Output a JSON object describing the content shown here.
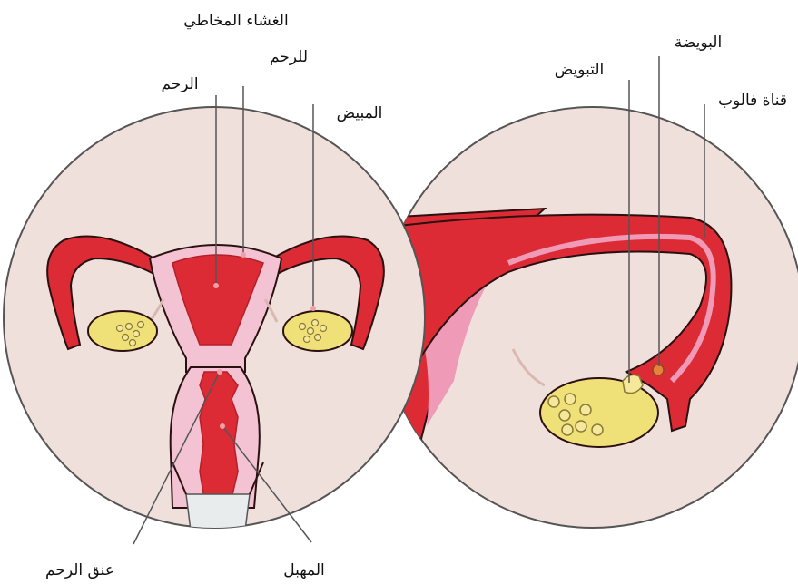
{
  "labels": {
    "endometrium_line1": "الغشاء المخاطي",
    "endometrium_line2": "للرحم",
    "uterus": "الرحم",
    "ovary": "المبيض",
    "ovulation": "التبويض",
    "ovum": "البويضة",
    "fallopian_tube": "قناة فالوب",
    "cervix": "عنق الرحم",
    "vagina": "المهبل"
  },
  "colors": {
    "background": "#f0e0dc",
    "tissue_red": "#dc2b35",
    "tissue_dark": "#b31f2a",
    "tissue_pink": "#ef9bb7",
    "tissue_light": "#f3c3d3",
    "ovary_yellow": "#f0e078",
    "ovary_edge": "#c9b24a",
    "ovum": "#e8823a",
    "leader": "#555555"
  }
}
